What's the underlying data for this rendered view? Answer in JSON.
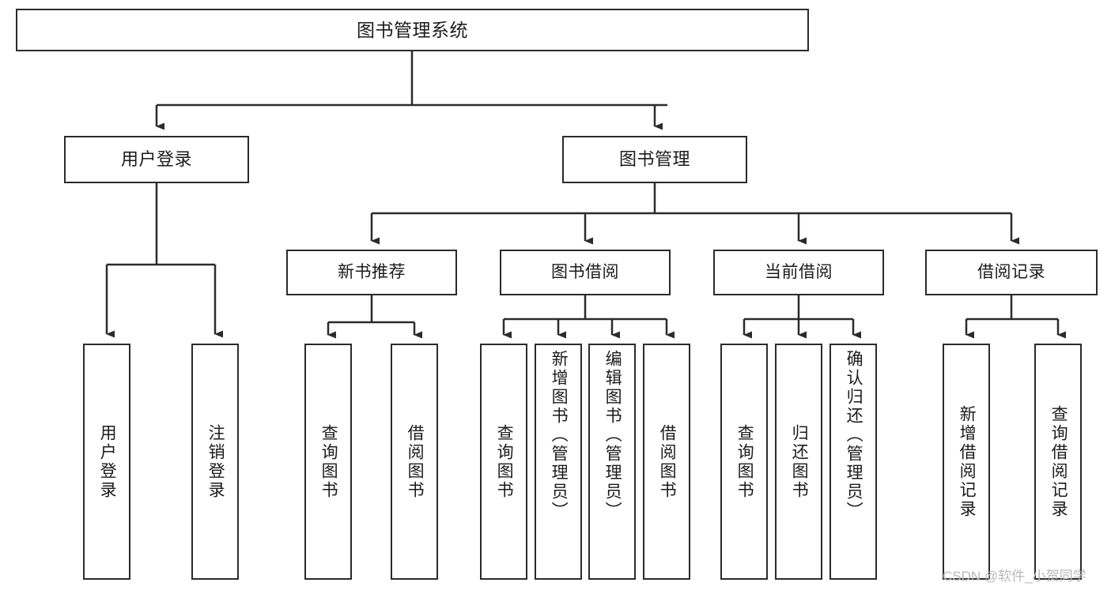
{
  "diagram": {
    "title": "图书管理系统",
    "type": "tree",
    "colors": {
      "border": "#2b2b2b",
      "line": "#2b2b2b",
      "background": "#ffffff",
      "text": "#1b1b1b",
      "watermark": "#b9b9b9"
    },
    "root": {
      "id": "root",
      "label": "图书管理系统",
      "level": 0
    },
    "level1": [
      {
        "id": "user-login",
        "label": "用户登录",
        "level": 1
      },
      {
        "id": "book-manage",
        "label": "图书管理",
        "level": 1
      }
    ],
    "level2": [
      {
        "id": "new-book-recommend",
        "label": "新书推荐",
        "level": 2,
        "parent": "book-manage"
      },
      {
        "id": "book-borrow",
        "label": "图书借阅",
        "level": 2,
        "parent": "book-manage"
      },
      {
        "id": "current-borrow",
        "label": "当前借阅",
        "level": 2,
        "parent": "book-manage"
      },
      {
        "id": "borrow-record",
        "label": "借阅记录",
        "level": 2,
        "parent": "book-manage"
      }
    ],
    "leaves": [
      {
        "id": "leaf-user-login",
        "label": "用户登录",
        "parent": "user-login"
      },
      {
        "id": "leaf-logout-login",
        "label": "注销登录",
        "parent": "user-login"
      },
      {
        "id": "leaf-query-book-1",
        "label": "查询图书",
        "parent": "new-book-recommend"
      },
      {
        "id": "leaf-borrow-book-1",
        "label": "借阅图书",
        "parent": "new-book-recommend"
      },
      {
        "id": "leaf-query-book-2",
        "label": "查询图书",
        "parent": "book-borrow"
      },
      {
        "id": "leaf-add-book",
        "label": "新增图书（管理员）",
        "parent": "book-borrow"
      },
      {
        "id": "leaf-edit-book",
        "label": "编辑图书（管理员）",
        "parent": "book-borrow"
      },
      {
        "id": "leaf-borrow-book-2",
        "label": "借阅图书",
        "parent": "book-borrow"
      },
      {
        "id": "leaf-query-book-3",
        "label": "查询图书",
        "parent": "current-borrow"
      },
      {
        "id": "leaf-return-book",
        "label": "归还图书",
        "parent": "current-borrow"
      },
      {
        "id": "leaf-confirm-return",
        "label": "确认归还（管理员）",
        "parent": "current-borrow"
      },
      {
        "id": "leaf-add-borrow-record",
        "label": "新增借阅记录",
        "parent": "borrow-record"
      },
      {
        "id": "leaf-query-borrow-record",
        "label": "查询借阅记录",
        "parent": "borrow-record"
      }
    ],
    "watermark": "CSDN @软件_小贺同学"
  }
}
